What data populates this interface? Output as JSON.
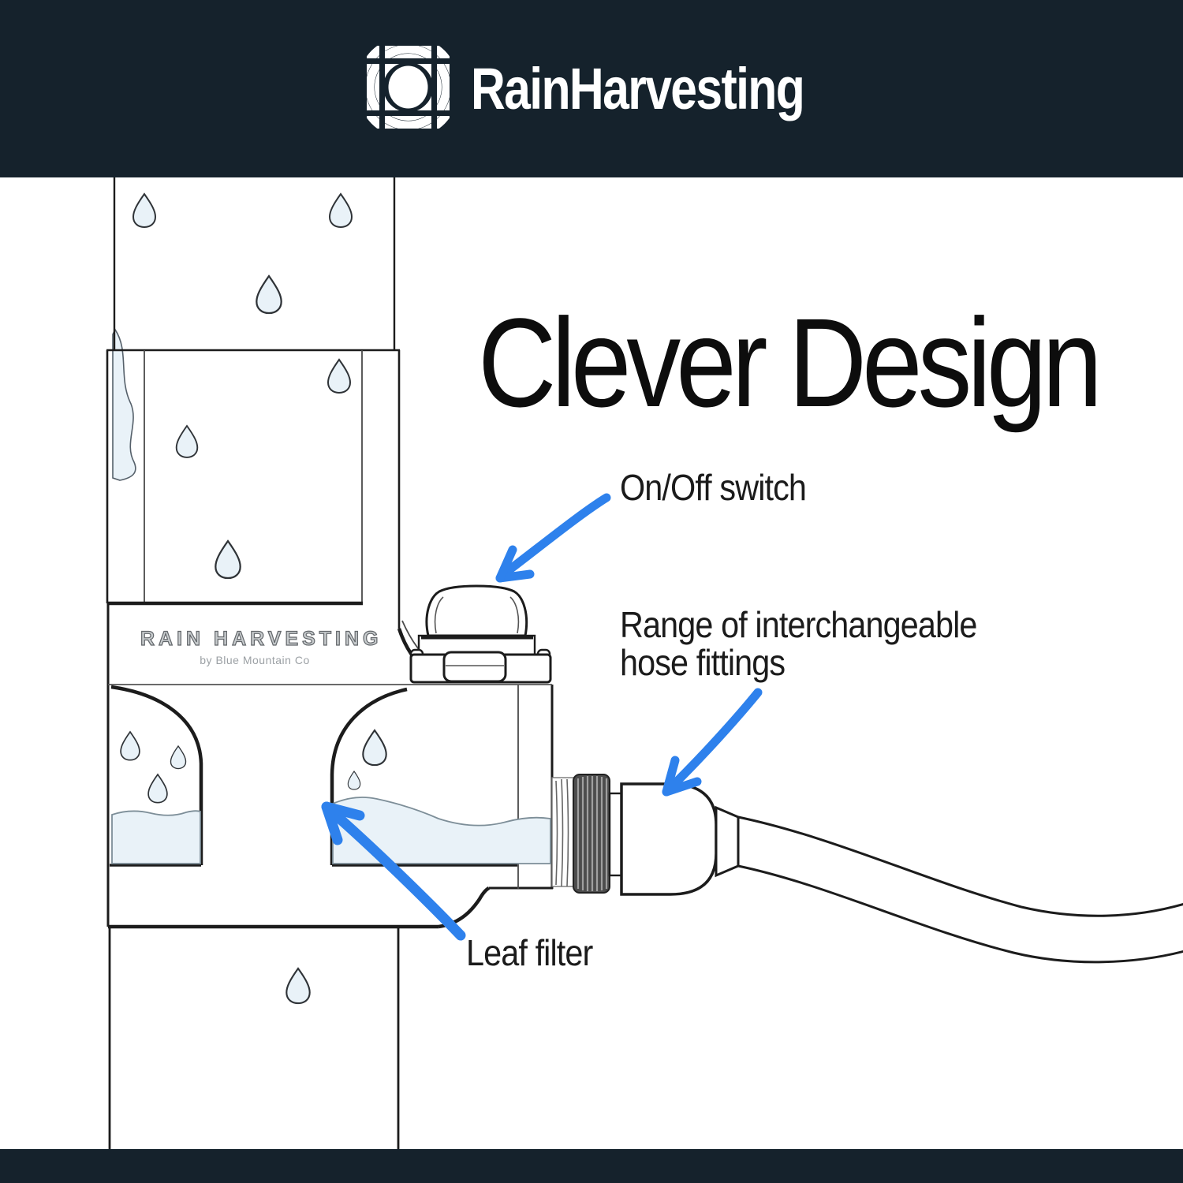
{
  "header": {
    "brand": "RainHarvesting",
    "logo_icon": "gem-logo"
  },
  "title": "Clever Design",
  "annotations": {
    "switch": "On/Off switch",
    "fittings": [
      "Range of interchangeable",
      "hose fittings"
    ],
    "filter": "Leaf filter"
  },
  "device_label": {
    "brand": "RAIN HARVESTING",
    "byline": "by Blue Mountain Co"
  },
  "colors": {
    "band": "#15222c",
    "accent_blue": "#2e81ec",
    "water": "#e9f2f8",
    "ink": "#1c1c1c"
  }
}
